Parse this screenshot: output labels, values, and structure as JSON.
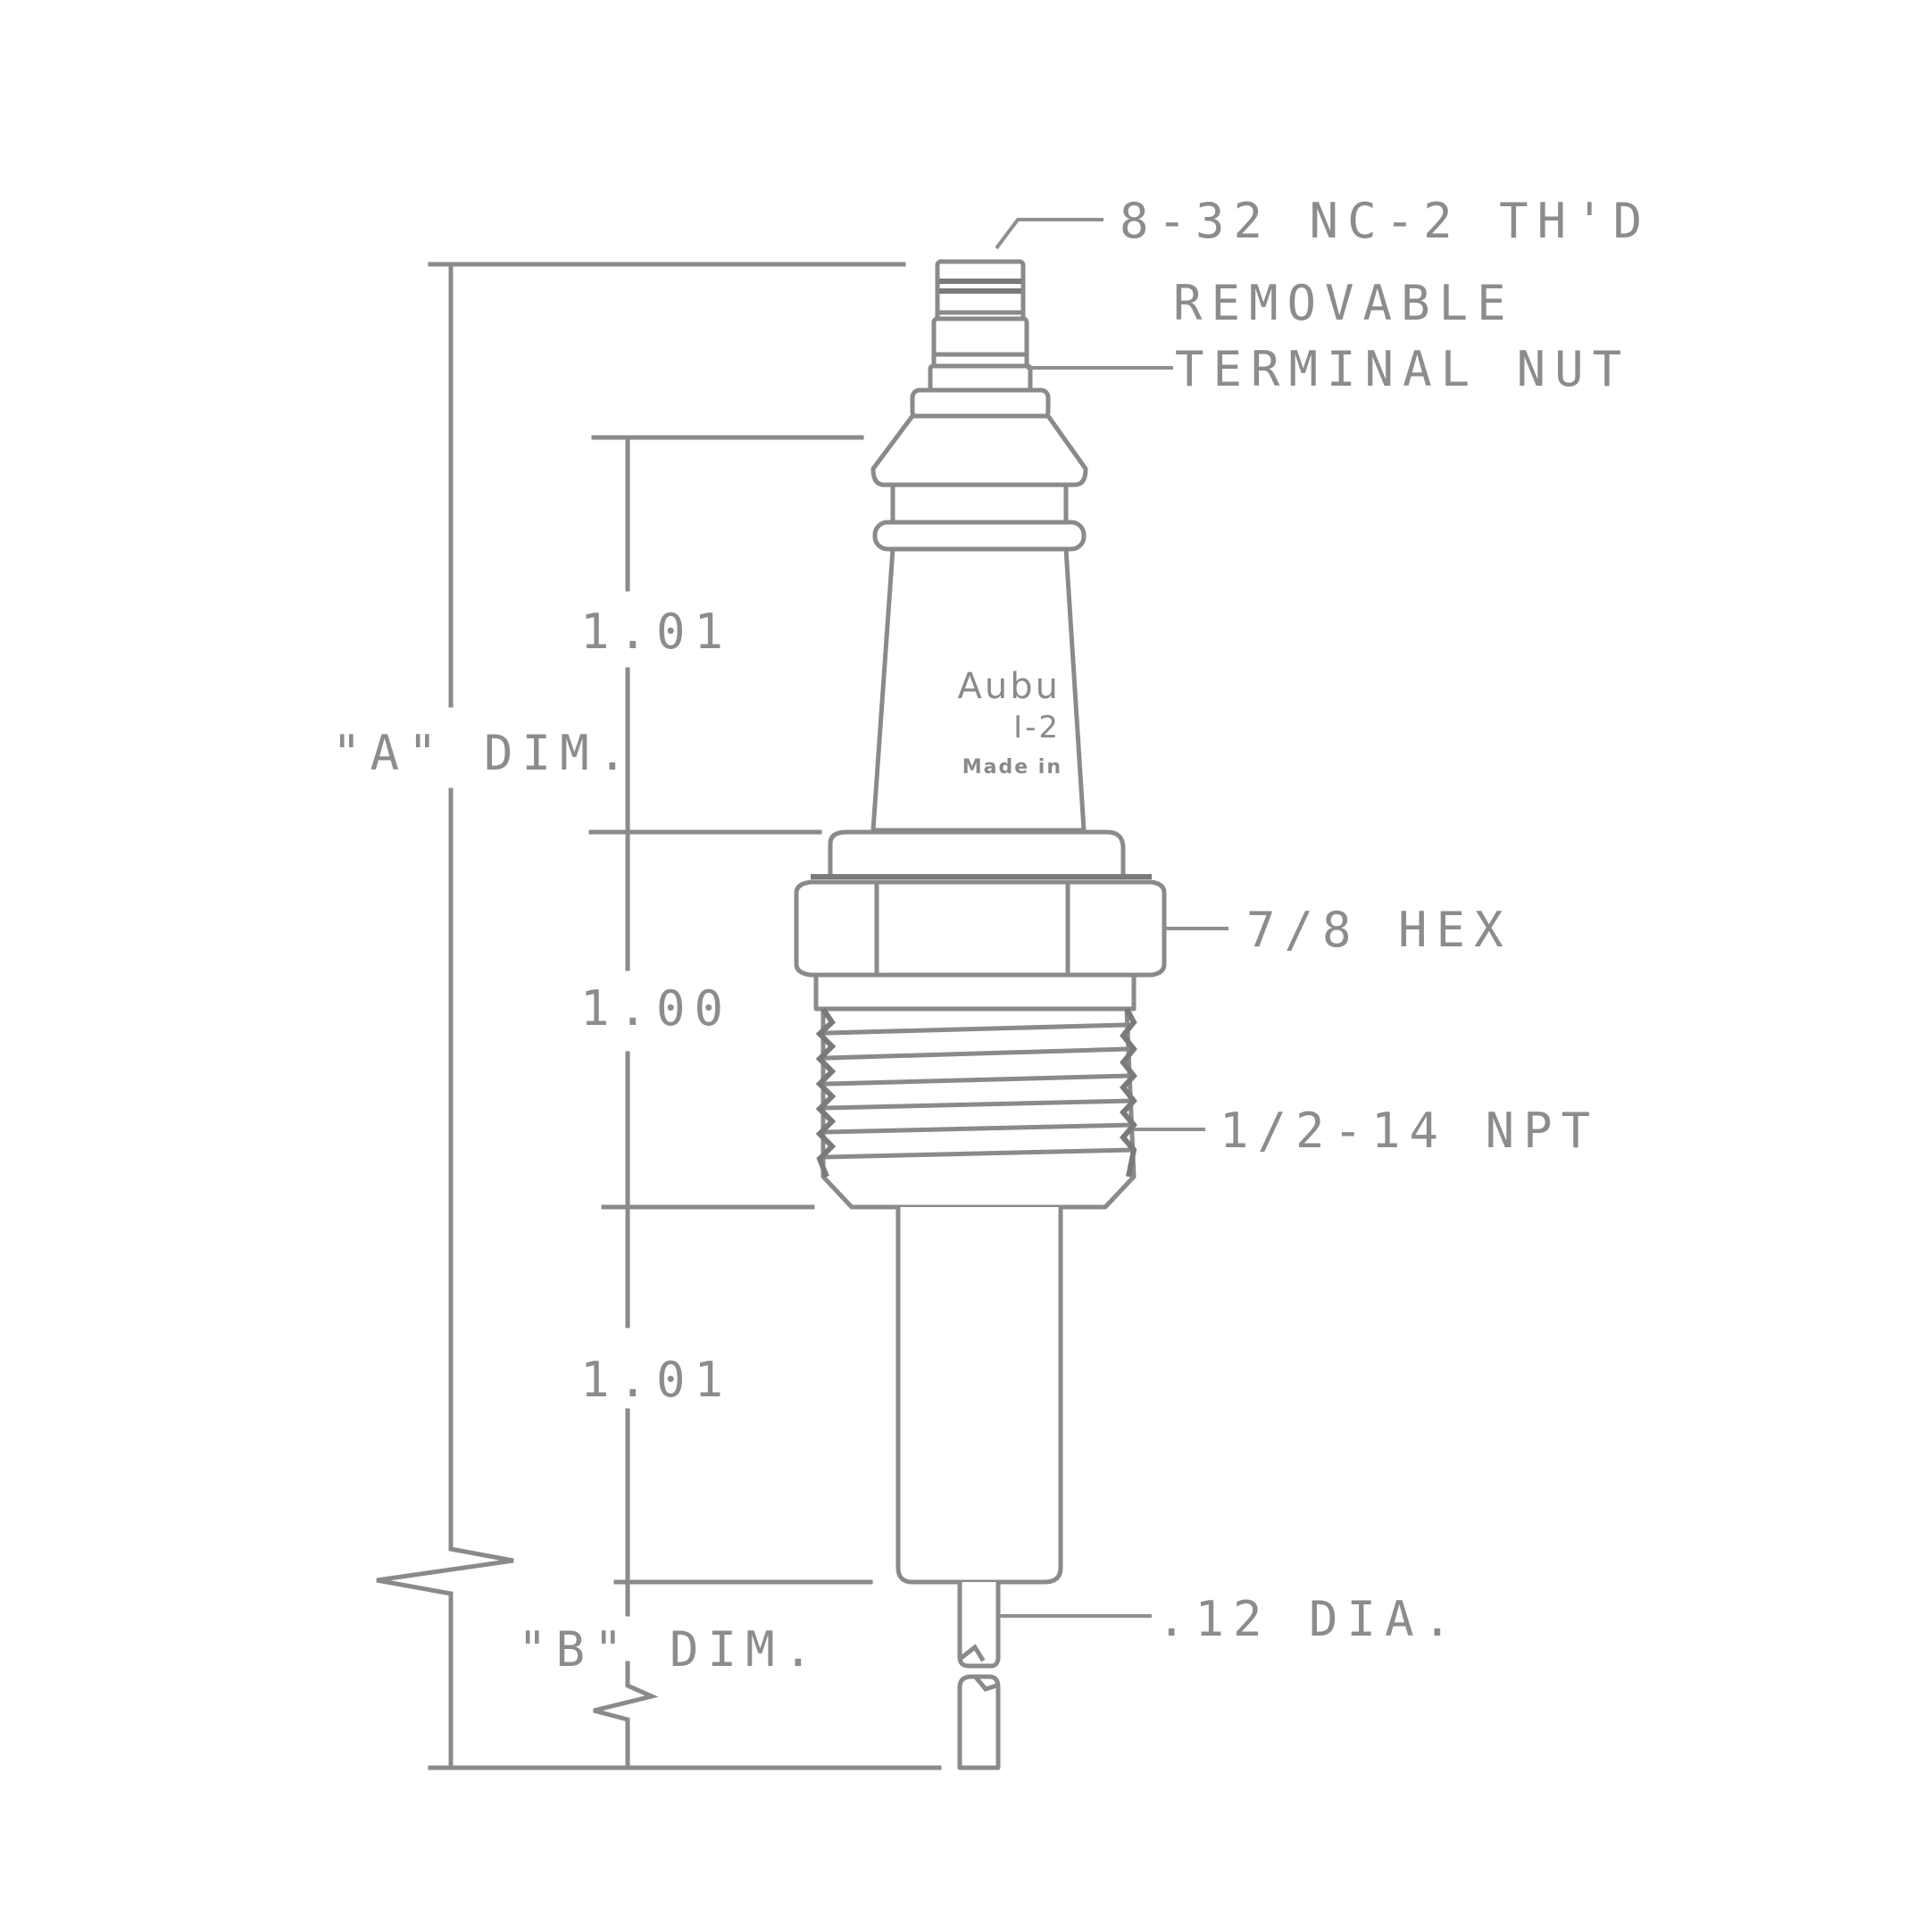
{
  "drawing": {
    "title": "Igniter electrode dimensional drawing",
    "colors": {
      "line": "#8a8a8a",
      "text": "#8c8c8c",
      "background": "#ffffff"
    }
  },
  "callouts": {
    "thread": "8-32 NC-2 TH'D",
    "terminal_nut_line1": "REMOVABLE",
    "terminal_nut_line2": "TERMINAL NUT",
    "hex": "7/8 HEX",
    "npt": "1/2-14 NPT",
    "rod_dia": ".12 DIA."
  },
  "dimensions": {
    "upper": "1.01",
    "middle": "1.00",
    "lower": "1.01",
    "a_dim": "\"A\" DIM.",
    "b_dim": "\"B\" DIM."
  },
  "insulator_marking": {
    "line1": "Aubu",
    "line2": "I-2",
    "line3": "Made in"
  }
}
